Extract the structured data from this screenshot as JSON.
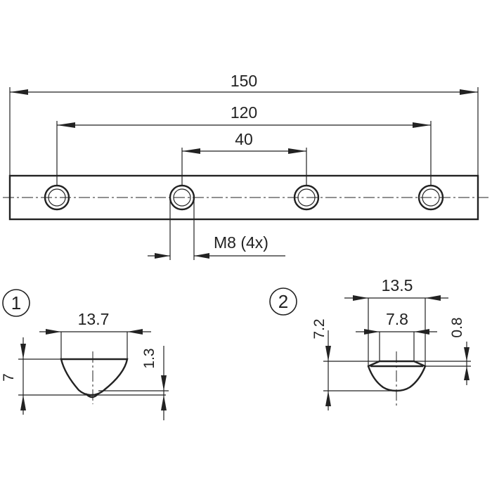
{
  "bar": {
    "dim_overall": "150",
    "dim_outer_holes": "120",
    "dim_inner_holes": "40",
    "hole_callout": "M8 (4x)"
  },
  "variant_1": {
    "marker": "1",
    "dim_width": "13.7",
    "dim_height": "7",
    "dim_depth": "1.3"
  },
  "variant_2": {
    "marker": "2",
    "dim_width": "13.5",
    "dim_inner_width": "7.8",
    "dim_height": "7.2",
    "dim_depth": "0.8"
  }
}
